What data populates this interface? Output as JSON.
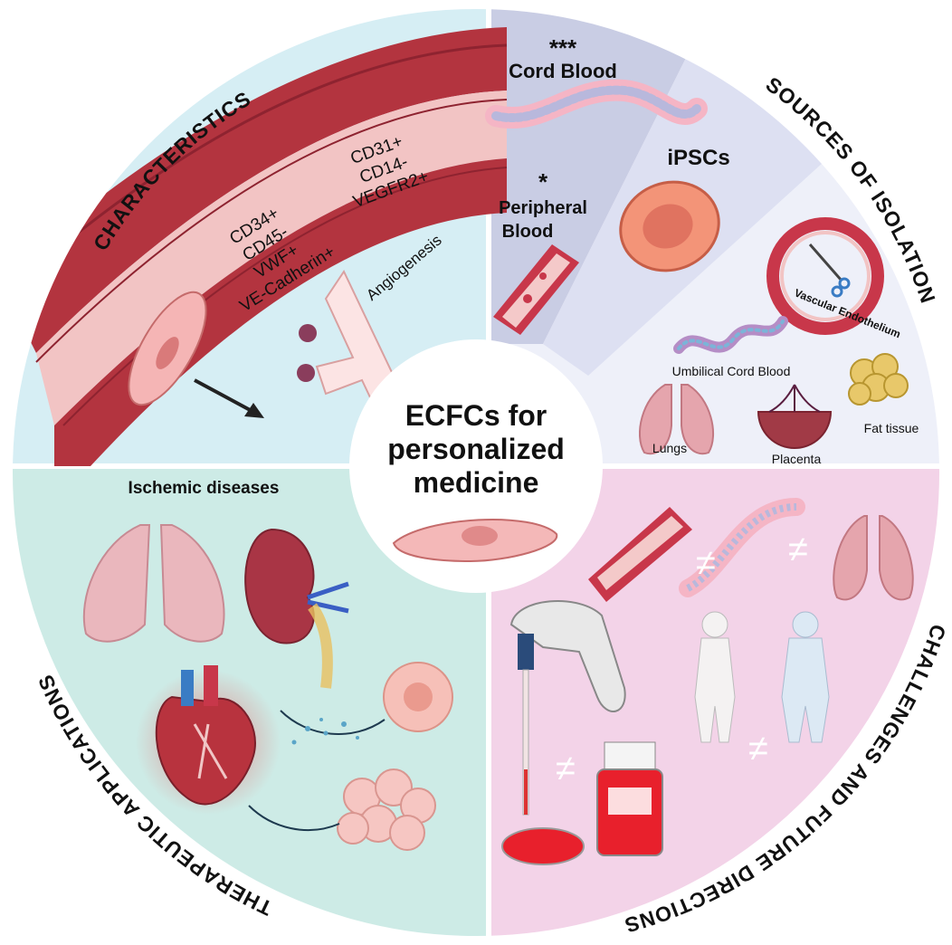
{
  "center": {
    "line1": "ECFCs for",
    "line2": "personalized",
    "line3": "medicine"
  },
  "quadrants": {
    "characteristics": "CHARACTERISTICS",
    "sources": "SOURCES OF ISOLATION",
    "challenges": "CHALLENGES AND FUTURE DIRECTIONS",
    "therapeutic": "THERAPEUTIC APPLICATIONS"
  },
  "characteristics": {
    "markers_left": [
      "CD34+",
      "CD45-",
      "VWF+",
      "VE-Cadherin+"
    ],
    "markers_right": [
      "CD31+",
      "CD14-",
      "VEGFR2+"
    ],
    "angiogenesis": "Angiogenesis"
  },
  "sources": {
    "cord_stars": "***",
    "cord_blood": "Cord Blood",
    "peripheral_star": "*",
    "peripheral_1": "Peripheral",
    "peripheral_2": "Blood",
    "ipscs": "iPSCs",
    "vascular_endothelium": "Vascular Endothelium",
    "umbilical_cord_blood": "Umbilical Cord Blood",
    "lungs": "Lungs",
    "placenta": "Placenta",
    "fat_tissue": "Fat tissue"
  },
  "therapeutic": {
    "ischemic": "Ischemic diseases"
  },
  "challenges": {
    "not_equal": "≠"
  },
  "colors": {
    "characteristics_bg": "#d6eef4",
    "sources_bg_1": "#c9cde4",
    "sources_bg_2": "#dde0f2",
    "sources_bg_3": "#eef0f9",
    "challenges_bg": "#f3d3e8",
    "therapeutic_bg": "#cdebe6",
    "vessel": "#b3343f",
    "tissue": "#f2c4c4"
  }
}
